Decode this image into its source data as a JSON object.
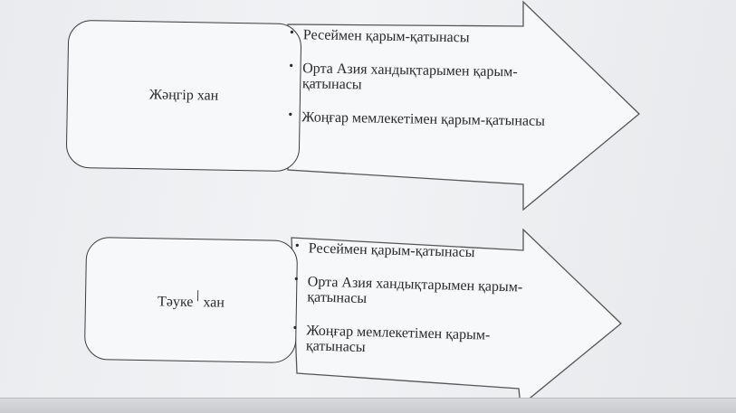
{
  "diagram": {
    "rows": [
      {
        "khan": "Жәңгір хан",
        "items": [
          "Ресеймен қарым-қатынасы",
          "Орта Азия хандықтарымен қарым-қатынасы",
          "Жоңғар мемлекетімен қарым-қатынасы"
        ]
      },
      {
        "khan_part1": "Тәуке",
        "khan_part2": "хан",
        "items": [
          "Ресеймен қарым-қатынасы",
          "Орта Азия хандықтарымен қарым-қатынасы",
          "Жоңғар мемлекетімен қарым-қатынасы"
        ]
      }
    ]
  }
}
